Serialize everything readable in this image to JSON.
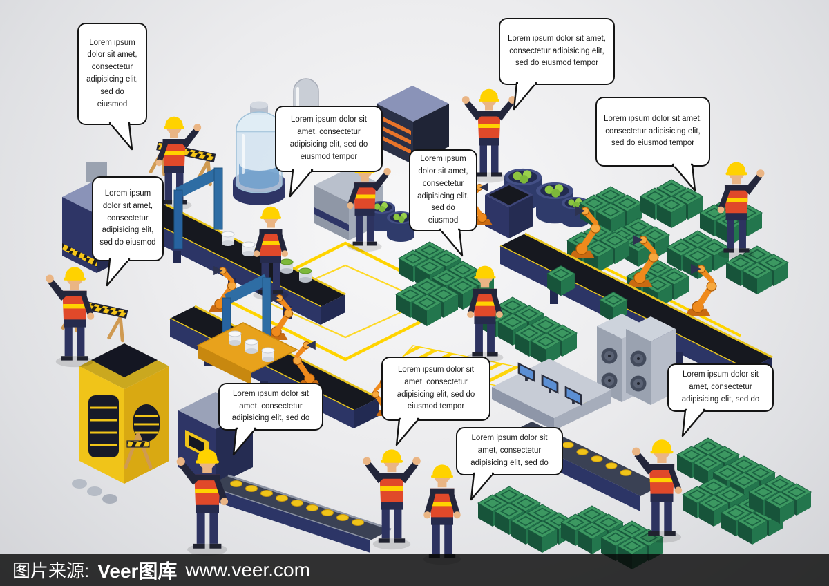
{
  "scene": {
    "type": "isometric-factory-automation-infographic",
    "colors": {
      "vest": "#e0492a",
      "helmet": "#ffd200",
      "conveyor_frame": "#2c3566",
      "belt_surface": "#16181f",
      "crate_green": "#23764d",
      "robot_orange": "#ef8a1c",
      "floor_marking": "#ffd400",
      "arch_blue": "#2e6da4",
      "machine_yellow": "#f0c419"
    },
    "elements": [
      "workers",
      "conveyor-belts",
      "gantry-arches",
      "robot-arms",
      "crate-stacks",
      "barrels",
      "glass-dome-machine",
      "press-machine",
      "yellow-generator",
      "computer-desks",
      "cooling-units",
      "floor-markings",
      "safety-barriers"
    ]
  },
  "bubbles": [
    {
      "id": "bubble-1",
      "text": "Lorem ipsum dolor sit amet, consectetur adipisicing elit, sed do eiusmod"
    },
    {
      "id": "bubble-2",
      "text": "Lorem ipsum dolor sit amet, consectetur adipisicing elit, sed do eiusmod tempor"
    },
    {
      "id": "bubble-3",
      "text": "Lorem ipsum dolor sit amet, consectetur adipisicing elit, sed do eiusmod tempor"
    },
    {
      "id": "bubble-4",
      "text": "Lorem ipsum dolor sit amet, consectetur adipisicing elit, sed do eiusmod"
    },
    {
      "id": "bubble-5",
      "text": "Lorem ipsum dolor sit amet, consectetur adipisicing elit, sed do eiusmod tempor"
    },
    {
      "id": "bubble-6",
      "text": "Lorem ipsum dolor sit amet, consectetur adipisicing elit, sed do eiusmod"
    },
    {
      "id": "bubble-7",
      "text": "Lorem ipsum dolor sit amet, consectetur adipisicing elit, sed do eiusmod tempor"
    },
    {
      "id": "bubble-8",
      "text": "Lorem ipsum dolor sit amet, consectetur adipisicing elit, sed do"
    },
    {
      "id": "bubble-9",
      "text": "Lorem ipsum dolor sit amet, consectetur adipisicing elit, sed do"
    },
    {
      "id": "bubble-10",
      "text": "Lorem ipsum dolor sit amet, consectetur adipisicing elit, sed do"
    }
  ],
  "watermark": {
    "prefix": "图片来源:",
    "brand": "Veer图库",
    "url": "www.veer.com"
  }
}
